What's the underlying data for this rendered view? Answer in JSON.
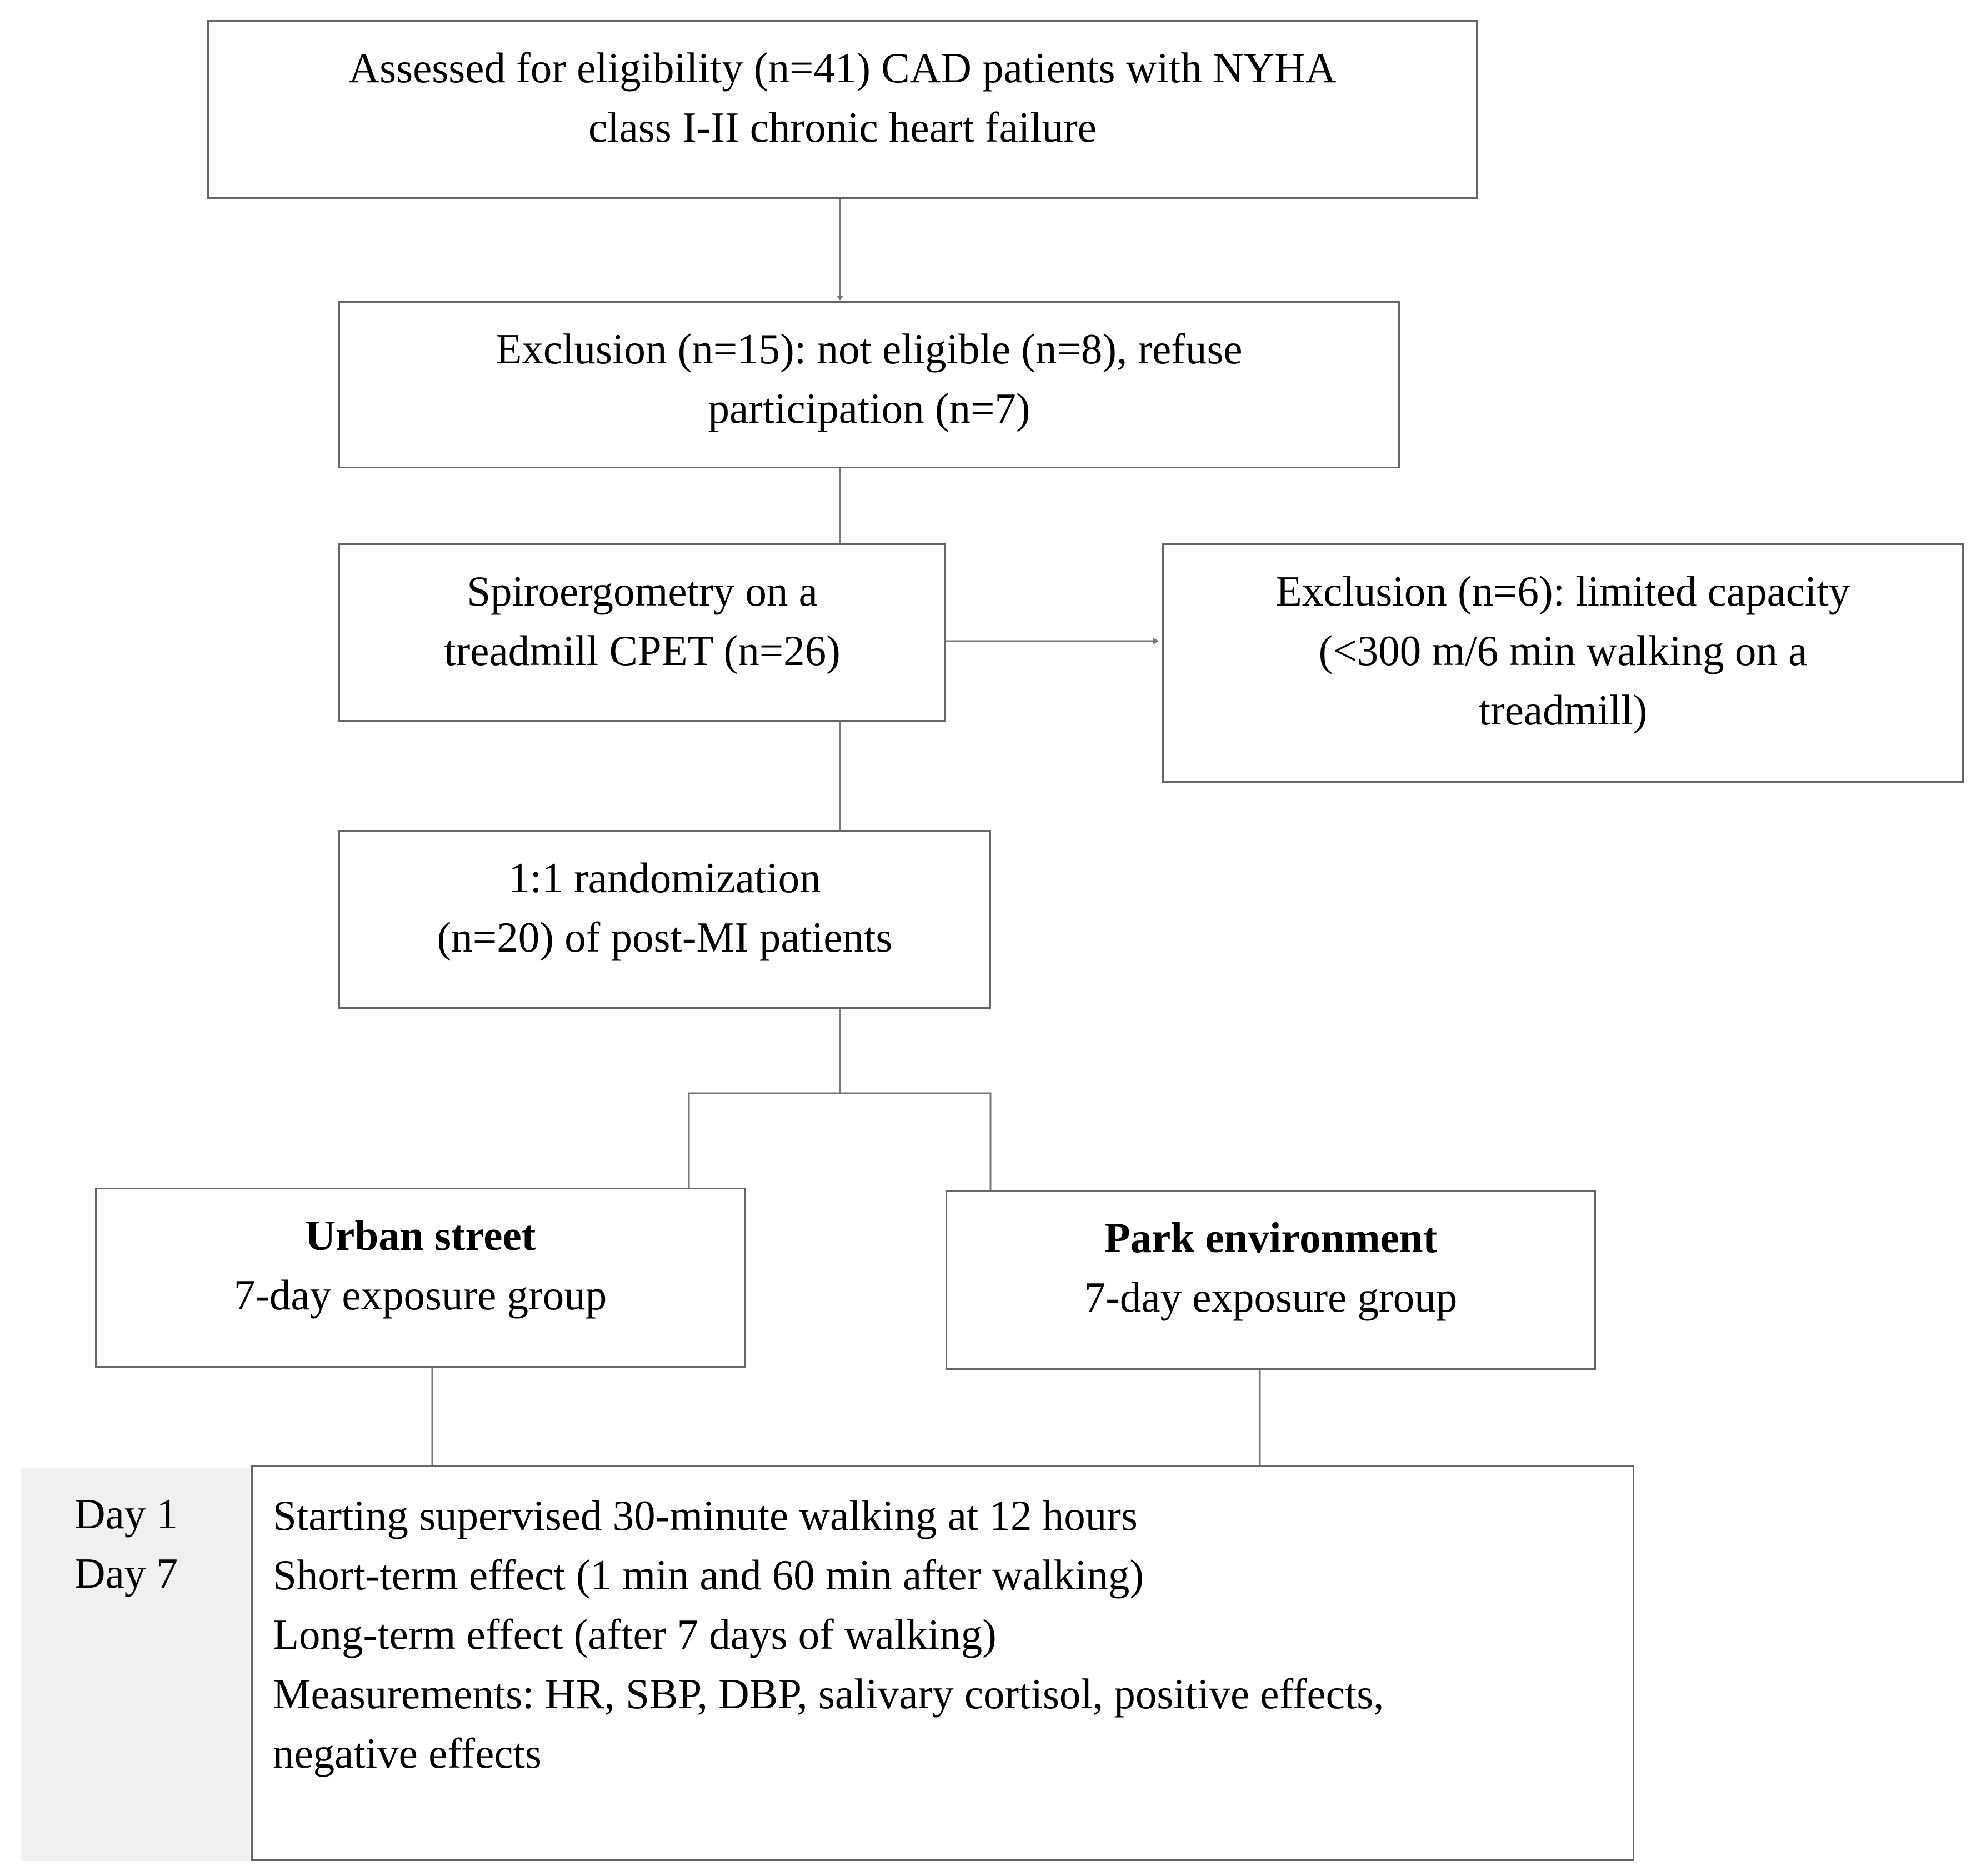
{
  "boxes": {
    "eligibility": {
      "lines": [
        "Assessed for eligibility (n=41) CAD patients with NYHA",
        "class I-II chronic heart failure"
      ]
    },
    "exclusion1": {
      "lines": [
        "Exclusion (n=15): not eligible (n=8), refuse",
        "participation (n=7)"
      ]
    },
    "cpet": {
      "lines": [
        "Spiroergometry on a",
        "treadmill CPET (n=26)"
      ]
    },
    "exclusion2": {
      "lines": [
        "Exclusion (n=6): limited capacity",
        "(<300 m/6 min walking on a",
        "treadmill)"
      ]
    },
    "randomization": {
      "lines": [
        "1:1 randomization",
        "(n=20) of post-MI patients"
      ]
    },
    "urban": {
      "title": "Urban street",
      "subtitle": "7-day exposure group"
    },
    "park": {
      "title": "Park environment",
      "subtitle": "7-day exposure group"
    }
  },
  "timeline": {
    "days": [
      "Day 1",
      "Day 7"
    ],
    "details": [
      "Starting supervised 30-minute walking at 12 hours",
      "Short-term effect (1 min and 60 min after walking)",
      "Long-term effect (after 7 days of walking)",
      "Measurements: HR, SBP, DBP, salivary cortisol, positive effects,",
      "negative effects"
    ]
  },
  "colors": {
    "border": "#666666",
    "panel": "#f0f0f0",
    "text": "#000000"
  }
}
